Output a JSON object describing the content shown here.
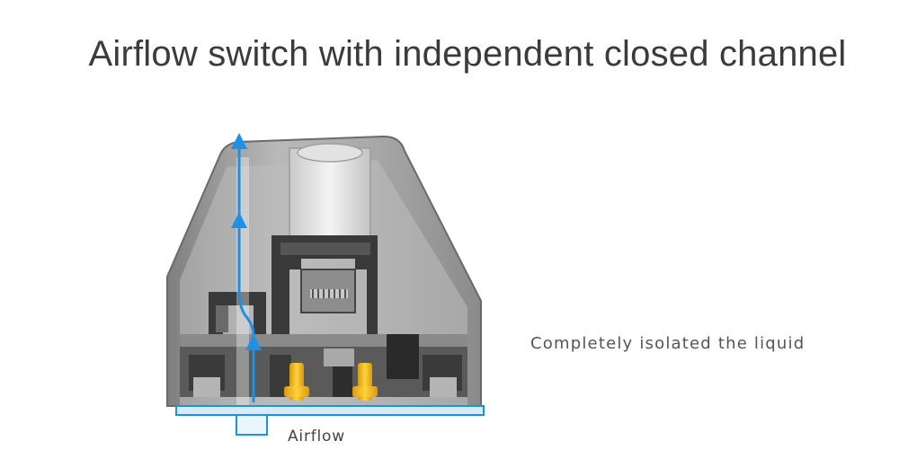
{
  "title": "Airflow switch with independent closed channel",
  "caption": "Completely isolated the liquid",
  "airflow_label": "Airflow",
  "colors": {
    "airflow": "#1e90e6",
    "pin": "#f2b51a",
    "shell": "#9a9a9a",
    "internal": "#3c3c3c",
    "base_plate": "#d6ecf8"
  }
}
